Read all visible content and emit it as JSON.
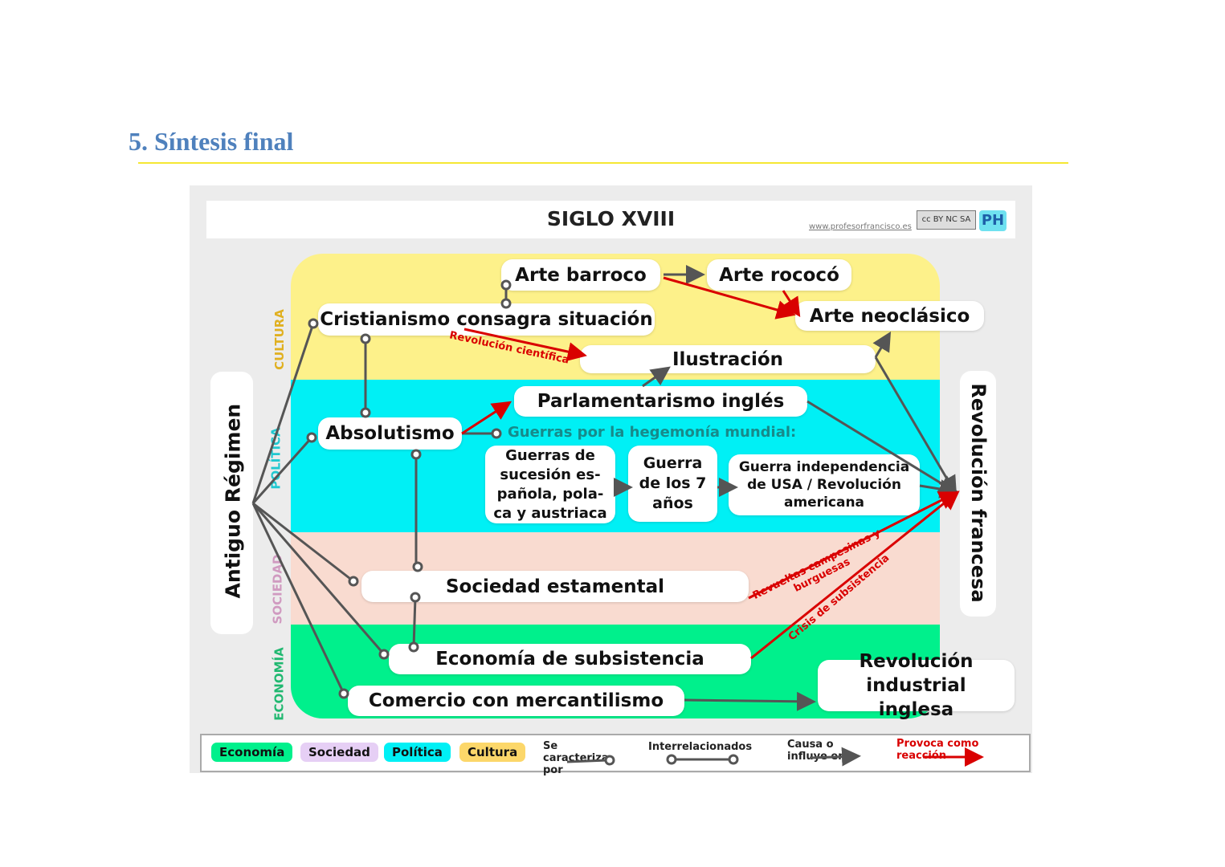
{
  "section_title": "5. Síntesis final",
  "diagram": {
    "title": "SIGLO XVIII",
    "website": "www.profesorfrancisco.es",
    "license": "cc BY NC SA",
    "logo": "PH",
    "bands": {
      "cultura": "CULTURA",
      "politica": "POLÍTICA",
      "sociedad": "SOCIEDAD",
      "economia": "ECONOMÍA"
    },
    "left": "Antiguo Régimen",
    "right": "Revolución francesa",
    "nodes": {
      "arte_barroco": "Arte barroco",
      "arte_rococo": "Arte rococó",
      "arte_neoclasico": "Arte neoclásico",
      "cristianismo": "Cristianismo consagra situación",
      "ilustracion": "Ilustración",
      "parlamentarismo": "Parlamentarismo inglés",
      "absolutismo": "Absolutismo",
      "guerras_hegemonia": "Guerras por la hegemonía mundial:",
      "guerras_sucesion": "Guerras de sucesión es-pañola, pola-ca y austriaca",
      "guerra_7": "Guerra de los 7 años",
      "guerra_independencia": "Guerra independencia de USA / Revolución americana",
      "sociedad_estamental": "Sociedad estamental",
      "economia_subsistencia": "Economía de subsistencia",
      "comercio": "Comercio con mercantilismo",
      "revolucion_industrial": "Revolución industrial inglesa"
    },
    "red_labels": {
      "rev_cientifica": "Revolución científica",
      "revueltas": "Revueltas campesinas y burguesas",
      "crisis": "Crisis de subsistencia"
    },
    "legend": {
      "economia": "Economía",
      "sociedad": "Sociedad",
      "politica": "Política",
      "cultura": "Cultura",
      "caracteriza": "Se caracteriza por",
      "interrelacionados": "Interrelacionados",
      "causa": "Causa o influye en",
      "provoca": "Provoca como reacción"
    },
    "colors": {
      "cultura": "#fdf18a",
      "politica": "#00f0f5",
      "sociedad": "#f9dbd0",
      "economia": "#00f08c",
      "red": "#d90000",
      "gray": "#555555"
    }
  }
}
